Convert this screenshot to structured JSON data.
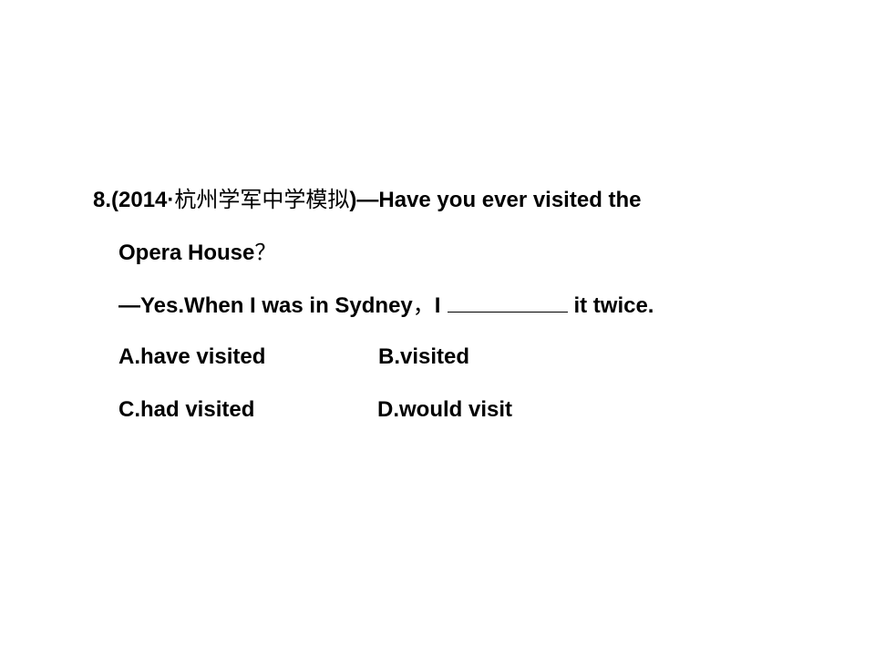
{
  "question": {
    "number": "8.",
    "source_open": "(2014·",
    "source_school": "杭州学军中学模拟",
    "source_close": ")",
    "line1_dialog": "—Have you ever visited the",
    "line2_text": "Opera House",
    "line2_mark": "？",
    "line3_start": "—Yes.When I was in Sydney",
    "line3_comma": "，",
    "line3_subject": "I",
    "line3_end": "it twice."
  },
  "options": {
    "A": "A.have visited",
    "B": "B.visited",
    "C": "C.had visited",
    "D": "D.would visit"
  }
}
